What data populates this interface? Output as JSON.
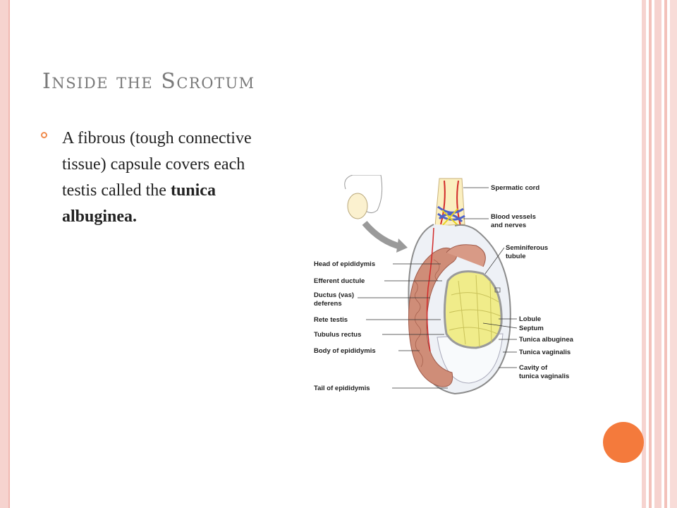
{
  "slide": {
    "title": "Inside the Scrotum",
    "bullet": {
      "text_before": "A fibrous (tough connective tissue) capsule covers each testis called the ",
      "bold_term": "tunica albuginea."
    }
  },
  "diagram": {
    "labels_left": {
      "head": "Head of epididymis",
      "efferent": "Efferent ductule",
      "ductus1": "Ductus (vas)",
      "ductus2": "deferens",
      "rete": "Rete testis",
      "tubulus": "Tubulus rectus",
      "body": "Body of epididymis",
      "tail": "Tail of epididymis"
    },
    "labels_right": {
      "cord": "Spermatic cord",
      "vessels1": "Blood vessels",
      "vessels2": "and nerves",
      "semi1": "Seminiferous",
      "semi2": "tubule",
      "lobule": "Lobule",
      "septum": "Septum",
      "albuginea": "Tunica albuginea",
      "vaginalis": "Tunica vaginalis",
      "cavity1": "Cavity of",
      "cavity2": "tunica vaginalis"
    }
  },
  "colors": {
    "accent": "#f47a3c",
    "border_pink": "#f6d3cf",
    "title_gray": "#7a7a7a"
  }
}
